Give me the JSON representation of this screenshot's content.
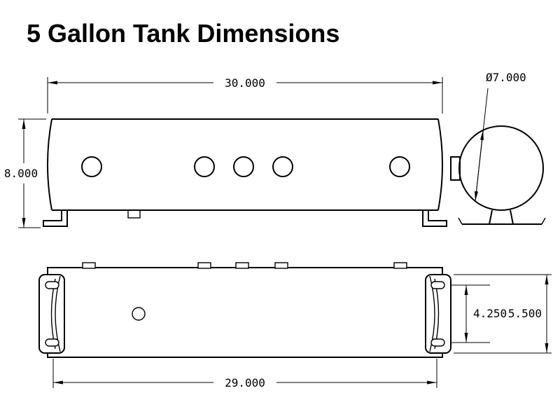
{
  "title": "5 Gallon Tank Dimensions",
  "front_view": {
    "length": "30.000",
    "height": "8.000"
  },
  "end_view": {
    "diameter": "Ø7.000"
  },
  "bottom_view": {
    "length": "29.000",
    "slot_spacing": "4.250",
    "end_plate_height": "5.500"
  }
}
